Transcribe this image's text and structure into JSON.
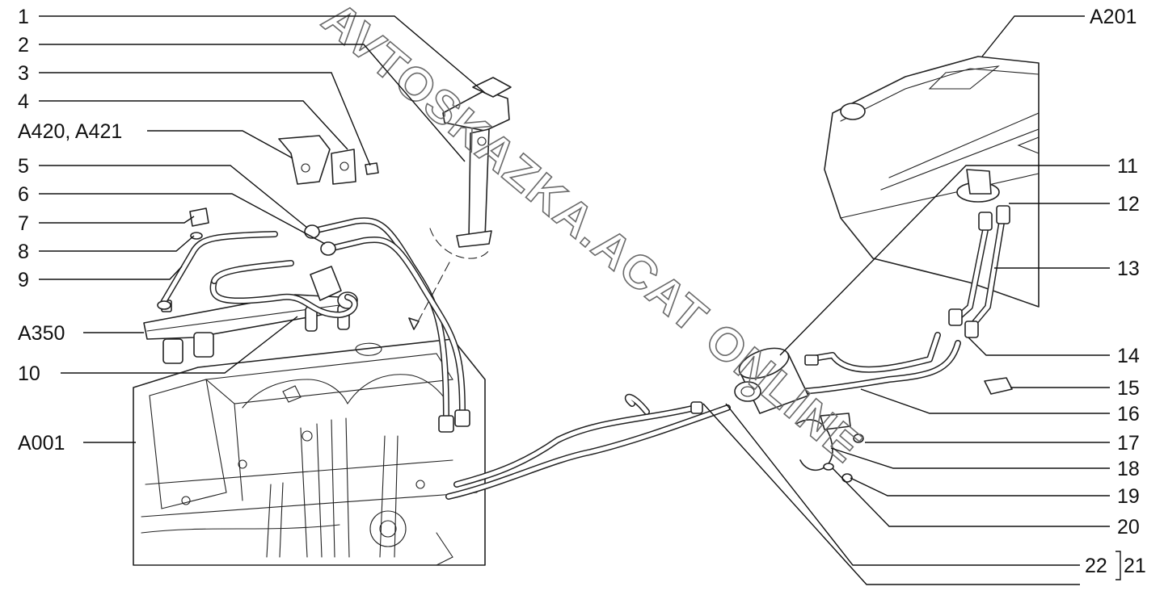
{
  "labels_left": [
    "1",
    "2",
    "3",
    "4",
    "A420, A421",
    "5",
    "6",
    "7",
    "8",
    "9",
    "A350",
    "10",
    "A001"
  ],
  "labels_right": [
    "A201",
    "11",
    "12",
    "13",
    "14",
    "15",
    "16",
    "17",
    "18",
    "19",
    "20"
  ],
  "label_22": "22",
  "label_21": "21",
  "watermark": "AVTOSKAZKA.ACAT ONLINE"
}
